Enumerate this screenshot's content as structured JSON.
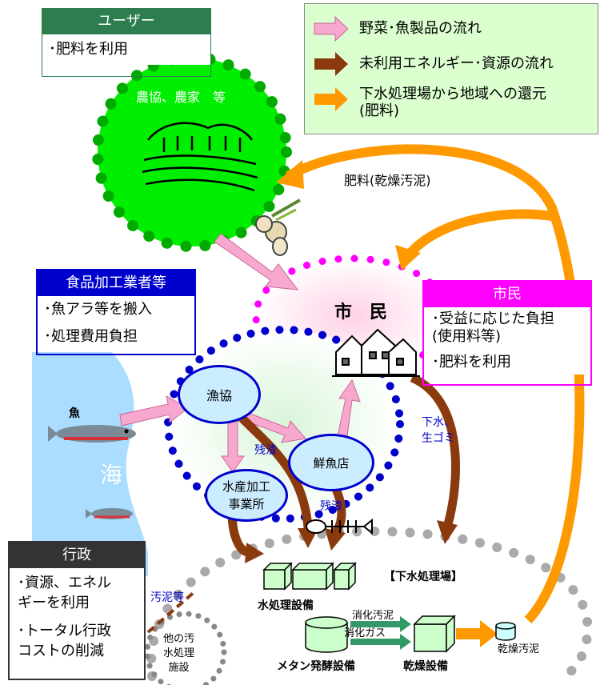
{
  "legend": {
    "items": [
      {
        "label": "野菜･魚製品の流れ",
        "color": "#f7a8cf"
      },
      {
        "label": "未利用エネルギー･資源の流れ",
        "color": "#8b3a0e"
      },
      {
        "label": "下水処理場から地域への還元",
        "sub": "(肥料)",
        "color": "#ff9900"
      }
    ]
  },
  "users": {
    "title": "ユーザー",
    "items": [
      "･肥料を利用"
    ]
  },
  "farm": {
    "label": "農協、農家　等"
  },
  "fertilizer_label": "肥料(乾燥汚泥)",
  "food_industry": {
    "title": "食品加工業者等",
    "items": [
      "･魚アラ等を搬入",
      "･処理費用負担"
    ]
  },
  "citizens_area": {
    "label": "市　民"
  },
  "citizens": {
    "title": "市民",
    "items": [
      "･受益に応じた負担\n(使用料等)",
      "･肥料を利用"
    ]
  },
  "fish_label": "魚",
  "sea_label": "海",
  "nodes": {
    "gyokyo": "漁協",
    "suisan": "水産加工\n事業所",
    "sengyo": "鮮魚店"
  },
  "residue1": "残渣",
  "residue2": "残渣",
  "sewage_label": "下水、\n生ゴミ",
  "admin": {
    "title": "行政",
    "items": [
      "･資源、エネル\nギーを利用",
      "･トータル行政\nコストの削減"
    ]
  },
  "sludge_label": "汚泥等",
  "other_facility": "他の汚\n水処理\n施設",
  "plant_title": "【下水処理場】",
  "water_treatment": "水処理設備",
  "methane": "メタン発酵設備",
  "dryer": "乾燥設備",
  "digested_sludge": "消化汚泥",
  "digested_gas": "消化ガス",
  "dried_sludge": "乾燥汚泥",
  "colors": {
    "green": "#00ee00",
    "brown": "#8b3a0e",
    "orange": "#ff9900",
    "pink": "#f7a8cf",
    "magenta": "#ff00ff",
    "blue": "#0000cc"
  }
}
